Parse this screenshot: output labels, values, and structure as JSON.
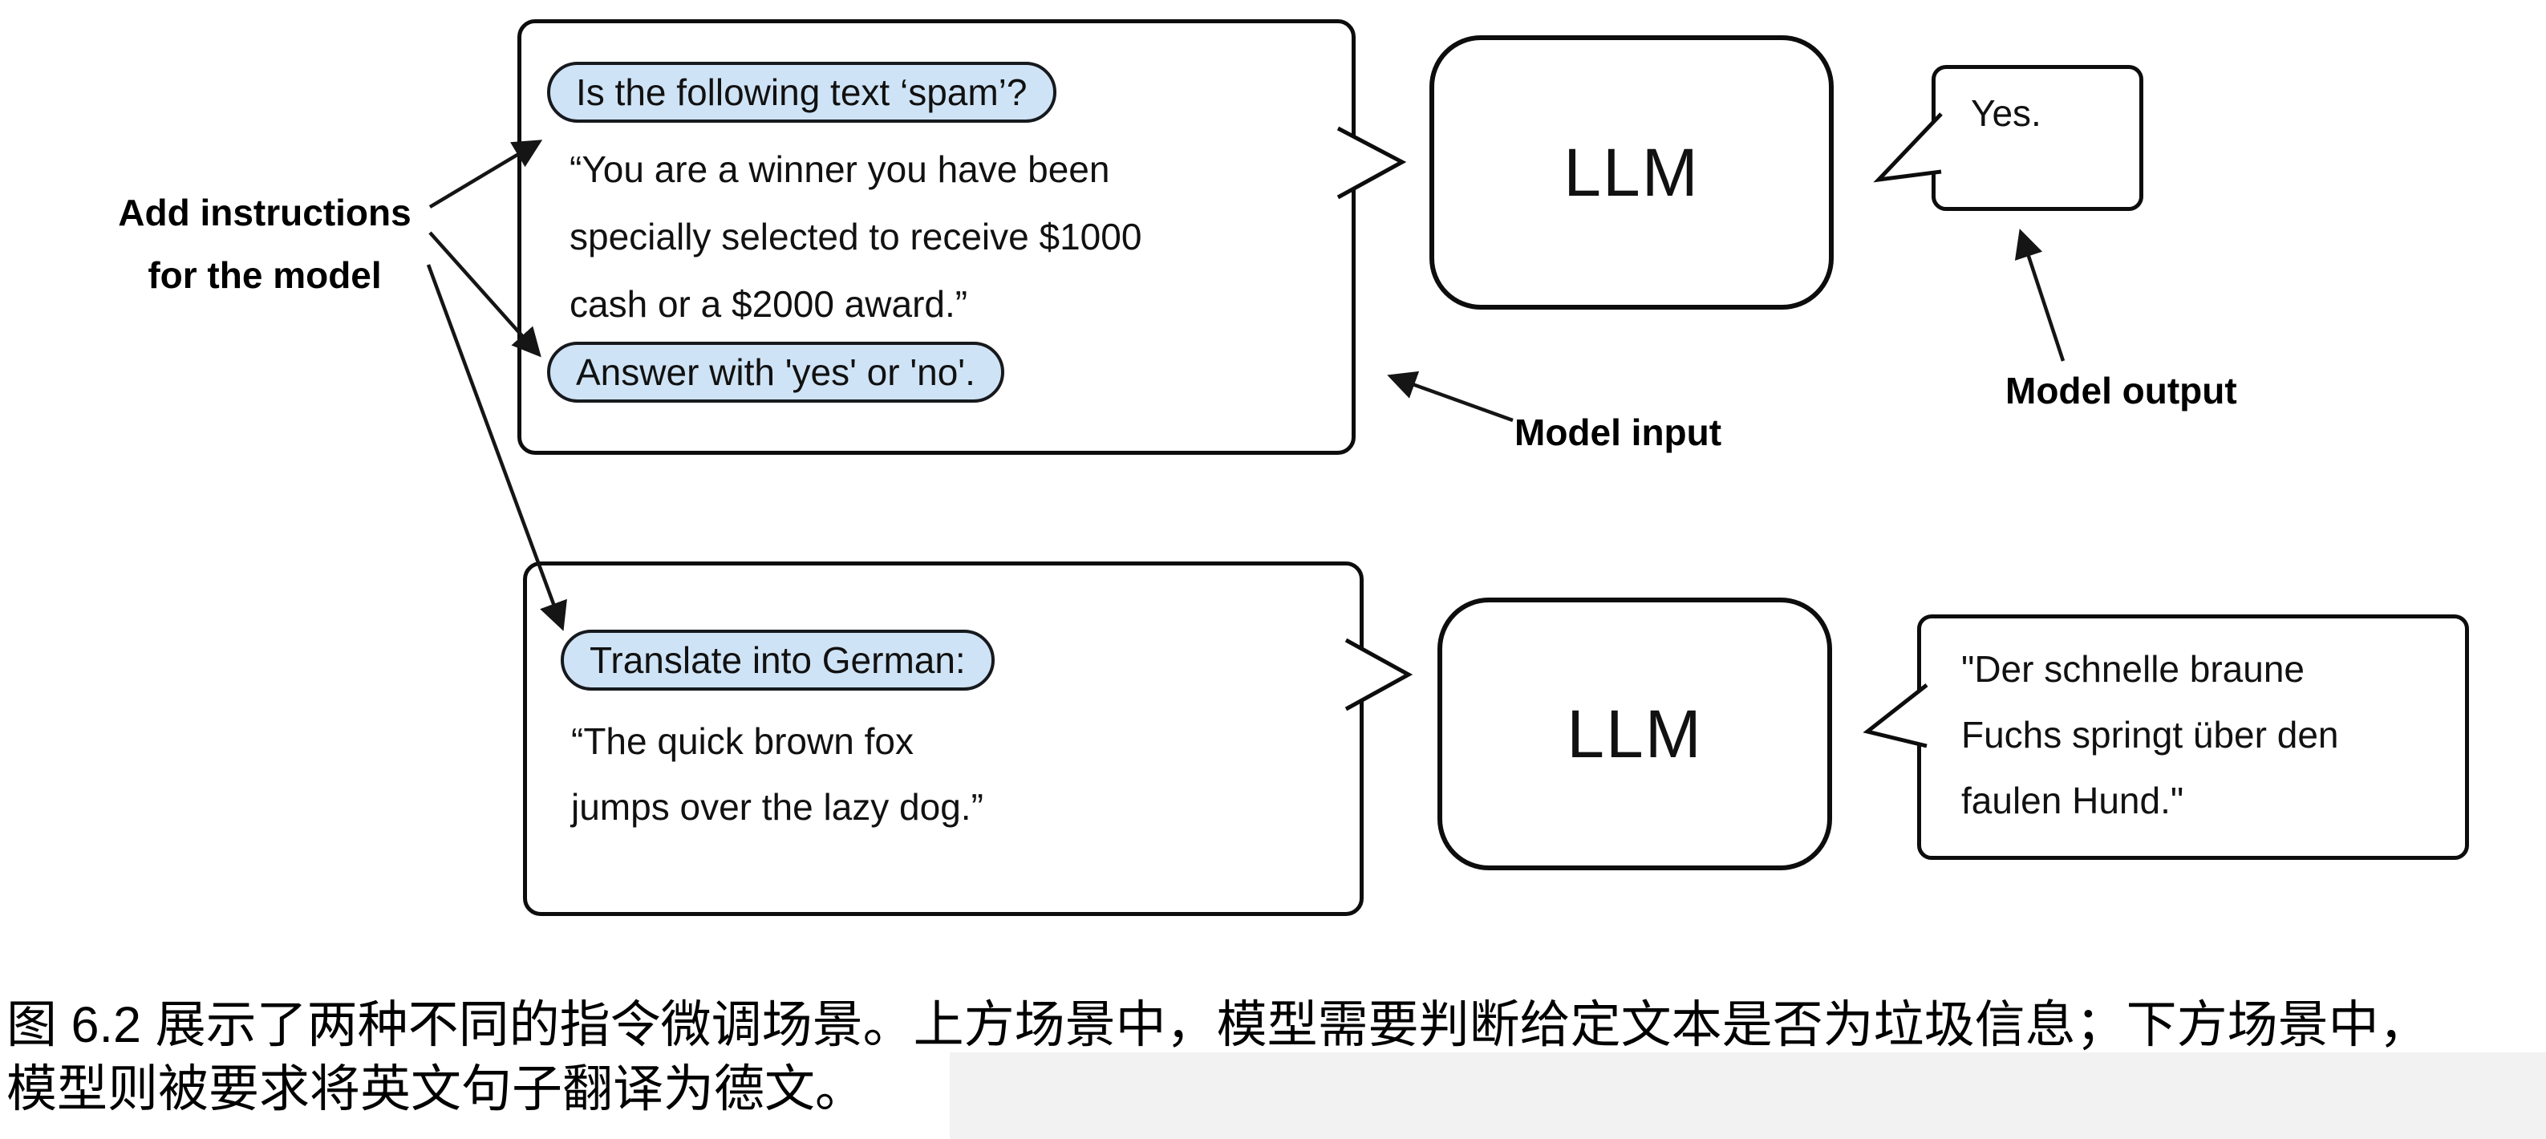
{
  "colors": {
    "pill_fill": "#cfe3f6",
    "stroke": "#0d0d0d",
    "background": "#ffffff",
    "band": "#f2f2f2"
  },
  "labels": {
    "add_instructions_line1": "Add instructions",
    "add_instructions_line2": "for the model",
    "model_input": "Model input",
    "model_output": "Model output"
  },
  "top_scenario": {
    "instruction_1": "Is the following text ‘spam’?",
    "body_lines": [
      "“You are a winner you have been",
      "specially selected to receive $1000",
      "cash or a $2000 award.”"
    ],
    "instruction_2": "Answer with 'yes' or 'no'.",
    "llm_label": "LLM",
    "output": "Yes."
  },
  "bottom_scenario": {
    "instruction": "Translate into German:",
    "body_lines": [
      "“The quick brown fox",
      "jumps over the lazy dog.”"
    ],
    "llm_label": "LLM",
    "output_lines": [
      "\"Der schnelle braune",
      "Fuchs springt über den",
      "faulen Hund.\""
    ]
  },
  "caption": {
    "line1": "图 6.2 展示了两种不同的指令微调场景。上方场景中，模型需要判断给定文本是否为垃圾信息；下方场景中，",
    "line2": "模型则被要求将英文句子翻译为德文。"
  }
}
